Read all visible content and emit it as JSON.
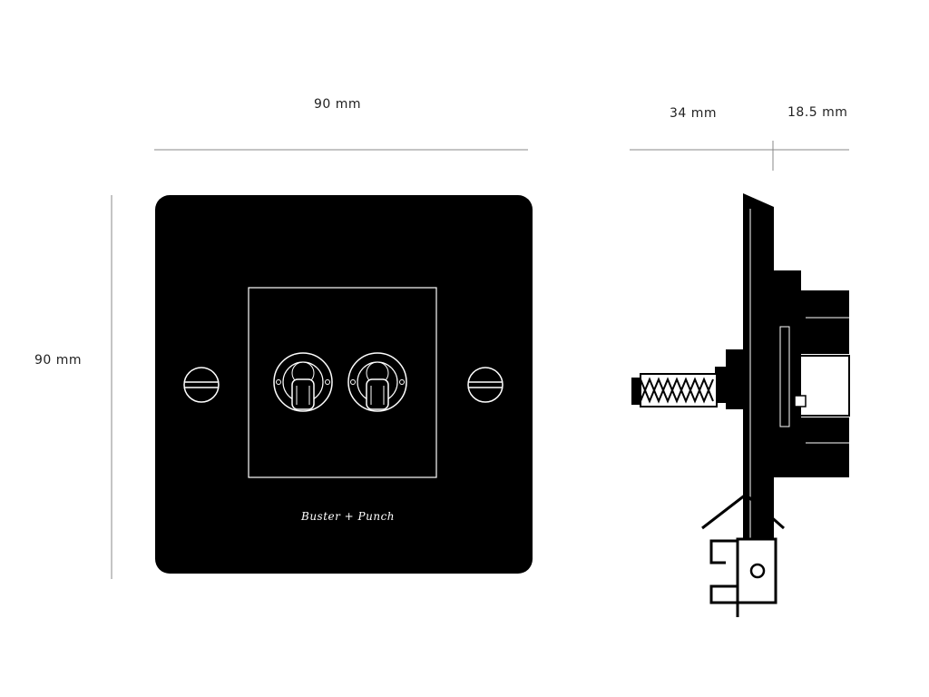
{
  "dimensions": {
    "front_width": "90 mm",
    "front_height": "90 mm",
    "side_depth": "34 mm",
    "side_rear": "18.5 mm"
  },
  "brand": {
    "logo": "Buster + Punch"
  },
  "colors": {
    "plate": "#000000",
    "line": "#222222",
    "background": "#ffffff"
  },
  "icons": [
    "screw-icon",
    "toggle-icon",
    "cable-icon"
  ]
}
